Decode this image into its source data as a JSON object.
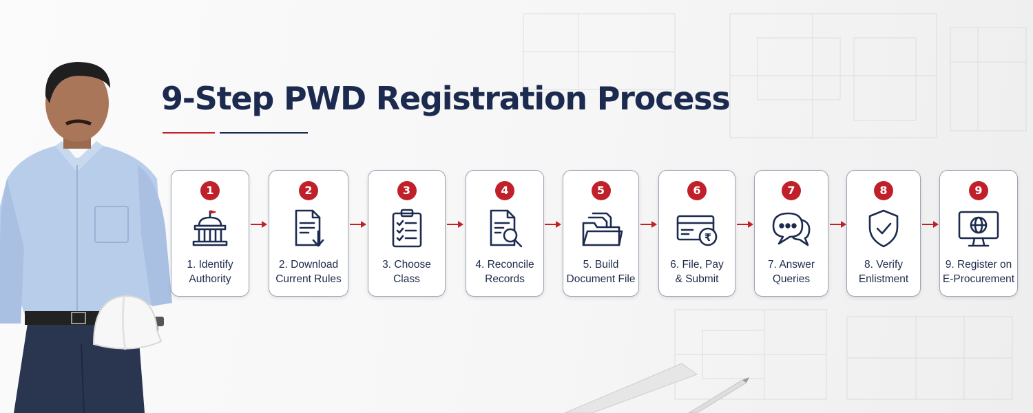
{
  "title": "9-Step PWD Registration Process",
  "colors": {
    "navy": "#1b2a4e",
    "accent_red": "#c0202a",
    "card_border": "#9aa3b5",
    "background": "#f5f5f5"
  },
  "steps": [
    {
      "number": "1",
      "line1": "1. Identify",
      "line2": "Authority",
      "icon": "government-building-icon"
    },
    {
      "number": "2",
      "line1": "2. Download",
      "line2": "Current Rules",
      "icon": "document-download-icon"
    },
    {
      "number": "3",
      "line1": "3. Choose",
      "line2": "Class",
      "icon": "clipboard-checklist-icon"
    },
    {
      "number": "4",
      "line1": "4. Reconcile",
      "line2": "Records",
      "icon": "document-search-icon"
    },
    {
      "number": "5",
      "line1": "5. Build",
      "line2": "Document File",
      "icon": "folder-documents-icon"
    },
    {
      "number": "6",
      "line1": "6. File, Pay",
      "line2": "& Submit",
      "icon": "card-rupee-payment-icon"
    },
    {
      "number": "7",
      "line1": "7. Answer",
      "line2": "Queries",
      "icon": "chat-bubbles-icon"
    },
    {
      "number": "8",
      "line1": "8. Verify",
      "line2": "Enlistment",
      "icon": "shield-check-icon"
    },
    {
      "number": "9",
      "line1": "9. Register on",
      "line2": "E-Procurement",
      "icon": "monitor-globe-icon"
    }
  ]
}
